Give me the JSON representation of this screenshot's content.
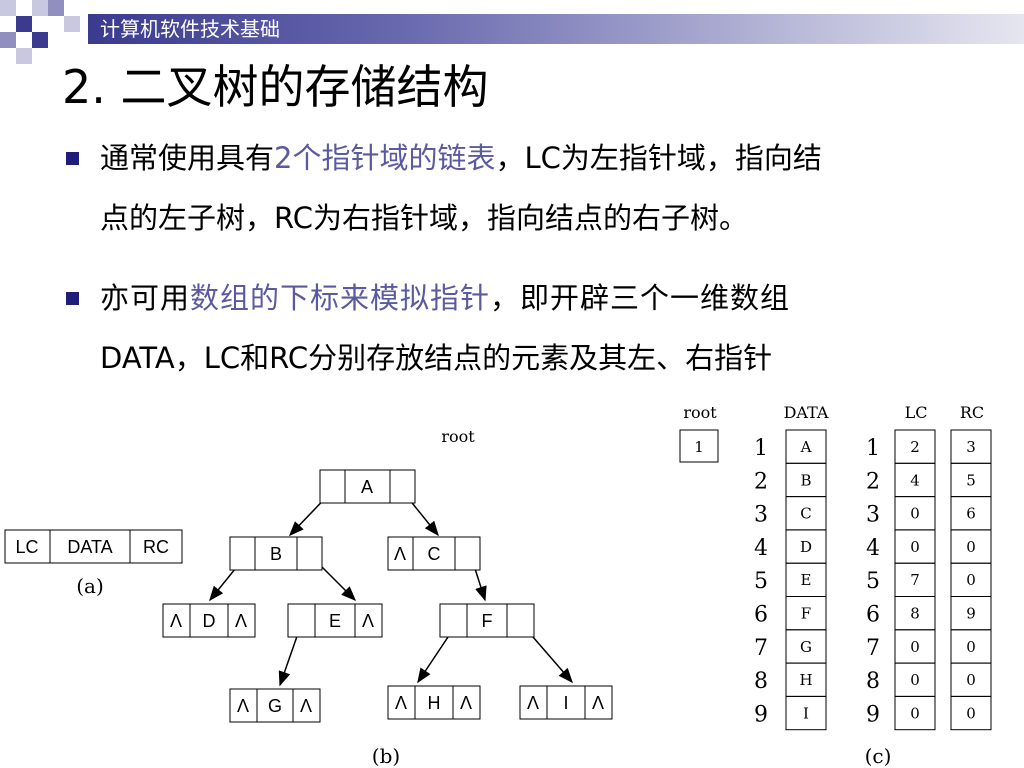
{
  "header": {
    "course": "计算机软件技术基础"
  },
  "title": "2. 二叉树的存储结构",
  "bullets": [
    {
      "line1_a": "通常使用具有",
      "line1_hl": "2个指针域的链表",
      "line1_b": "，LC为左指针域，指向结",
      "line2": "点的左子树，RC为右指针域，指向结点的右子树。"
    },
    {
      "line1_a": "亦可用",
      "line1_hl": "数组的下标来模拟指针",
      "line1_b": "，即开辟三个一维数组",
      "line2": "DATA，LC和RC分别存放结点的元素及其左、右指针"
    }
  ],
  "figure_a": {
    "cells": [
      "LC",
      "DATA",
      "RC"
    ],
    "caption": "(a)"
  },
  "figure_b": {
    "root_label": "root",
    "caption": "(b)",
    "null_symbol": "Λ",
    "nodes": [
      {
        "id": "A",
        "left": "",
        "right": ""
      },
      {
        "id": "B",
        "left": "",
        "right": ""
      },
      {
        "id": "C",
        "left": "Λ",
        "right": ""
      },
      {
        "id": "D",
        "left": "Λ",
        "right": "Λ"
      },
      {
        "id": "E",
        "left": "",
        "right": "Λ"
      },
      {
        "id": "F",
        "left": "",
        "right": ""
      },
      {
        "id": "G",
        "left": "Λ",
        "right": "Λ"
      },
      {
        "id": "H",
        "left": "Λ",
        "right": "Λ"
      },
      {
        "id": "I",
        "left": "Λ",
        "right": "Λ"
      }
    ]
  },
  "figure_c": {
    "root_label": "root",
    "root_value": "1",
    "headers": {
      "data": "DATA",
      "lc": "LC",
      "rc": "RC"
    },
    "indices": [
      "1",
      "2",
      "3",
      "4",
      "5",
      "6",
      "7",
      "8",
      "9"
    ],
    "data": [
      "A",
      "B",
      "C",
      "D",
      "E",
      "F",
      "G",
      "H",
      "I"
    ],
    "lc": [
      "2",
      "4",
      "0",
      "0",
      "7",
      "8",
      "0",
      "0",
      "0"
    ],
    "rc": [
      "3",
      "5",
      "6",
      "0",
      "0",
      "9",
      "0",
      "0",
      "0"
    ],
    "caption": "(c)"
  },
  "colors": {
    "accent": "#5a5aa0",
    "bullet": "#1e1e7a",
    "header_dark": "#3a3a8f"
  }
}
